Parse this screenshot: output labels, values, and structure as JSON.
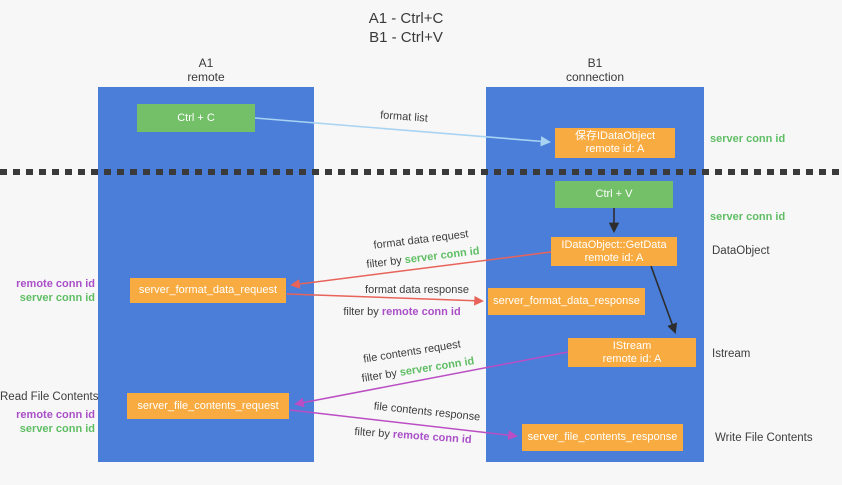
{
  "title": {
    "line1": "A1 - Ctrl+C",
    "line2": "B1 - Ctrl+V"
  },
  "lifelines": {
    "a1": {
      "name": "A1",
      "subtitle": "remote"
    },
    "b1": {
      "name": "B1",
      "subtitle": "connection"
    }
  },
  "nodes": {
    "ctrl_c": {
      "label": "Ctrl + C"
    },
    "save_idataobject": {
      "line1": "保存IDataObject",
      "line2": "remote id: A"
    },
    "ctrl_v": {
      "label": "Ctrl + V"
    },
    "idataobject_getdata": {
      "line1": "IDataObject::GetData",
      "line2": "remote id: A"
    },
    "server_format_data_request": {
      "label": "server_format_data_request"
    },
    "server_format_data_response": {
      "label": "server_format_data_response"
    },
    "istream": {
      "line1": "IStream",
      "line2": "remote id: A"
    },
    "server_file_contents_request": {
      "label": "server_file_contents_request"
    },
    "server_file_contents_response": {
      "label": "server_file_contents_response"
    }
  },
  "arrow_labels": {
    "format_list": "format list",
    "format_data_request": {
      "line1": "format data request",
      "filter_prefix": "filter by ",
      "filter_key": "server conn id"
    },
    "format_data_response": {
      "line1": "format data response",
      "filter_prefix": "filter by ",
      "filter_key": "remote conn id"
    },
    "file_contents_request": {
      "line1": "file contents request",
      "filter_prefix": "filter by ",
      "filter_key": "server conn id"
    },
    "file_contents_response": {
      "line1": "file contents response",
      "filter_prefix": "filter by ",
      "filter_key": "remote conn id"
    }
  },
  "side_labels": {
    "right": {
      "server_conn_id_top": "server conn id",
      "server_conn_id_mid": "server conn id",
      "dataobject": "DataObject",
      "istream": "Istream",
      "write_file_contents": "Write File Contents"
    },
    "left": {
      "remote_conn_id_1": "remote conn id",
      "server_conn_id_1": "server conn id",
      "read_file_contents": "Read File Contents",
      "remote_conn_id_2": "remote conn id",
      "server_conn_id_2": "server conn id"
    }
  },
  "colors": {
    "lifeline_blue": "#4a7ed8",
    "action_green": "#74c069",
    "node_orange": "#f8ab40",
    "green_text": "#5fbe64",
    "purple_text": "#aa4fc8",
    "red_arrow": "#e8635a",
    "magenta_arrow": "#bb4ec4",
    "blue_arrow": "#a9d3f2",
    "black_arrow": "#2d2d2d",
    "background": "#f7f7f7"
  }
}
